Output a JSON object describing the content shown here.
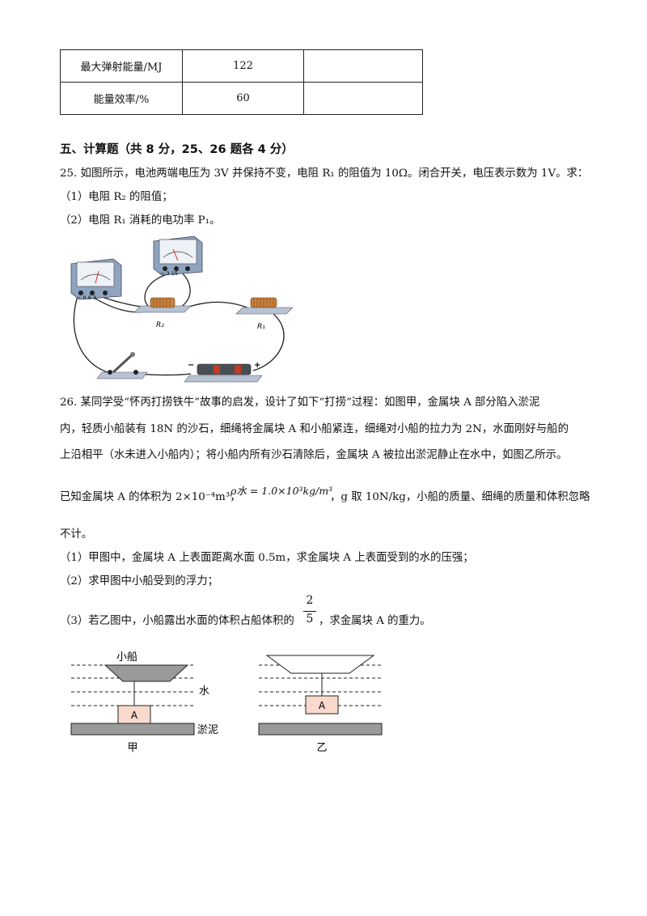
{
  "table": {
    "rows": [
      {
        "label": "最大弹射能量/MJ",
        "value": "122",
        "extra": ""
      },
      {
        "label": "能量效率/%",
        "value": "60",
        "extra": ""
      }
    ]
  },
  "section": {
    "heading": "五、计算题（共 8 分，25、26 题各 4 分）"
  },
  "q25": {
    "stem": "25. 如图所示，电池两端电压为 3V 并保持不变，电阻 R₁ 的阻值为 10Ω。闭合开关，电压表示数为 1V。求：",
    "p1": "（1）电阻 R₂ 的阻值；",
    "p2": "（2）电阻 R₁ 消耗的电功率 P₁。",
    "figure": {
      "r2_label": "R₂",
      "r1_label": "R₁",
      "ammeter_scale": "−  0.6  3",
      "voltmeter_scale": "−  3  15",
      "battery_minus": "−",
      "battery_plus": "+"
    }
  },
  "q26": {
    "line1": "26. 某同学受“怀丙打捞铁牛”故事的启发，设计了如下“打捞”过程：如图甲，金属块 A 部分陷入淤泥",
    "line2": "内，轻质小船装有 18N 的沙石，细绳将金属块 A 和小船紧连，细绳对小船的拉力为 2N，水面刚好与船的",
    "line3": "上沿相平（水未进入小船内）；将小船内所有沙石清除后，金属块 A 被拉出淤泥静止在水中，如图乙所示。",
    "line4a": "已知金属块 A 的体积为 2×10⁻⁴m³，",
    "formula": "ρ水 = 1.0×10³kg/m³",
    "line4b": "，g 取 10N/kg，小船的质量、细绳的质量和体积忽略",
    "line5": "不计。",
    "p1": "（1）甲图中，金属块 A 上表面距离水面 0.5m，求金属块 A 上表面受到的水的压强；",
    "p2": "（2）求甲图中小船受到的浮力；",
    "p3a": "（3）若乙图中，小船露出水面的体积占船体积的",
    "frac_num": "2",
    "frac_den": "5",
    "p3b": "，求金属块 A 的重力。",
    "figure": {
      "boat_label": "小船",
      "water_label": "水",
      "mud_label": "淤泥",
      "block_label_left": "A",
      "block_label_right": "A",
      "caption_left": "甲",
      "caption_right": "乙"
    }
  }
}
